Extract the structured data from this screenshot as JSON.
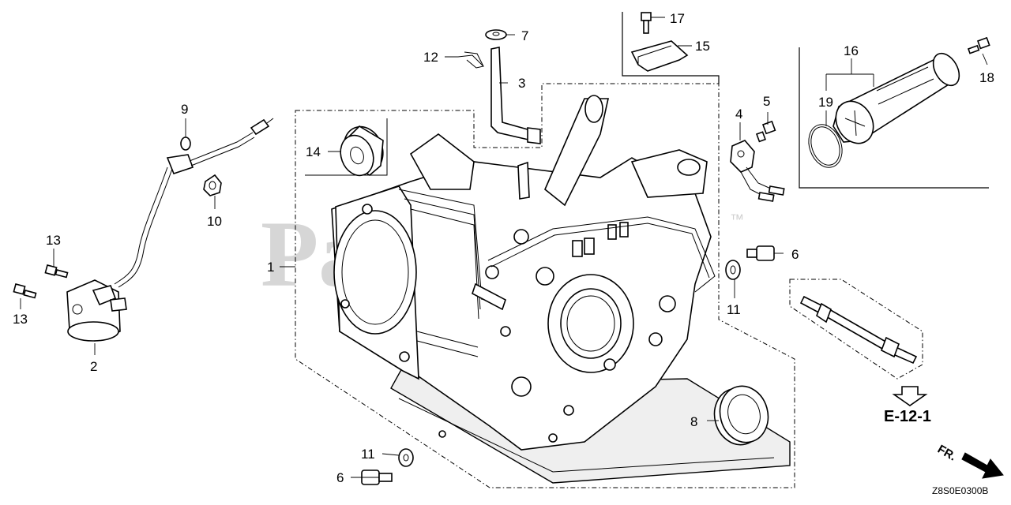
{
  "watermark": {
    "text": "PartsTree",
    "mark": "™"
  },
  "callouts": {
    "c1": "1",
    "c2": "2",
    "c3": "3",
    "c4": "4",
    "c5": "5",
    "c6a": "6",
    "c6b": "6",
    "c7": "7",
    "c8": "8",
    "c9": "9",
    "c10": "10",
    "c11a": "11",
    "c11b": "11",
    "c12": "12",
    "c13a": "13",
    "c13b": "13",
    "c14": "14",
    "c15": "15",
    "c16": "16",
    "c17": "17",
    "c18": "18",
    "c19": "19"
  },
  "reference_label": "E-12-1",
  "front_label": "FR.",
  "diagram_code": "Z8S0E0300B",
  "icons": [
    "front-direction-arrow-icon",
    "reference-down-arrow-icon"
  ]
}
